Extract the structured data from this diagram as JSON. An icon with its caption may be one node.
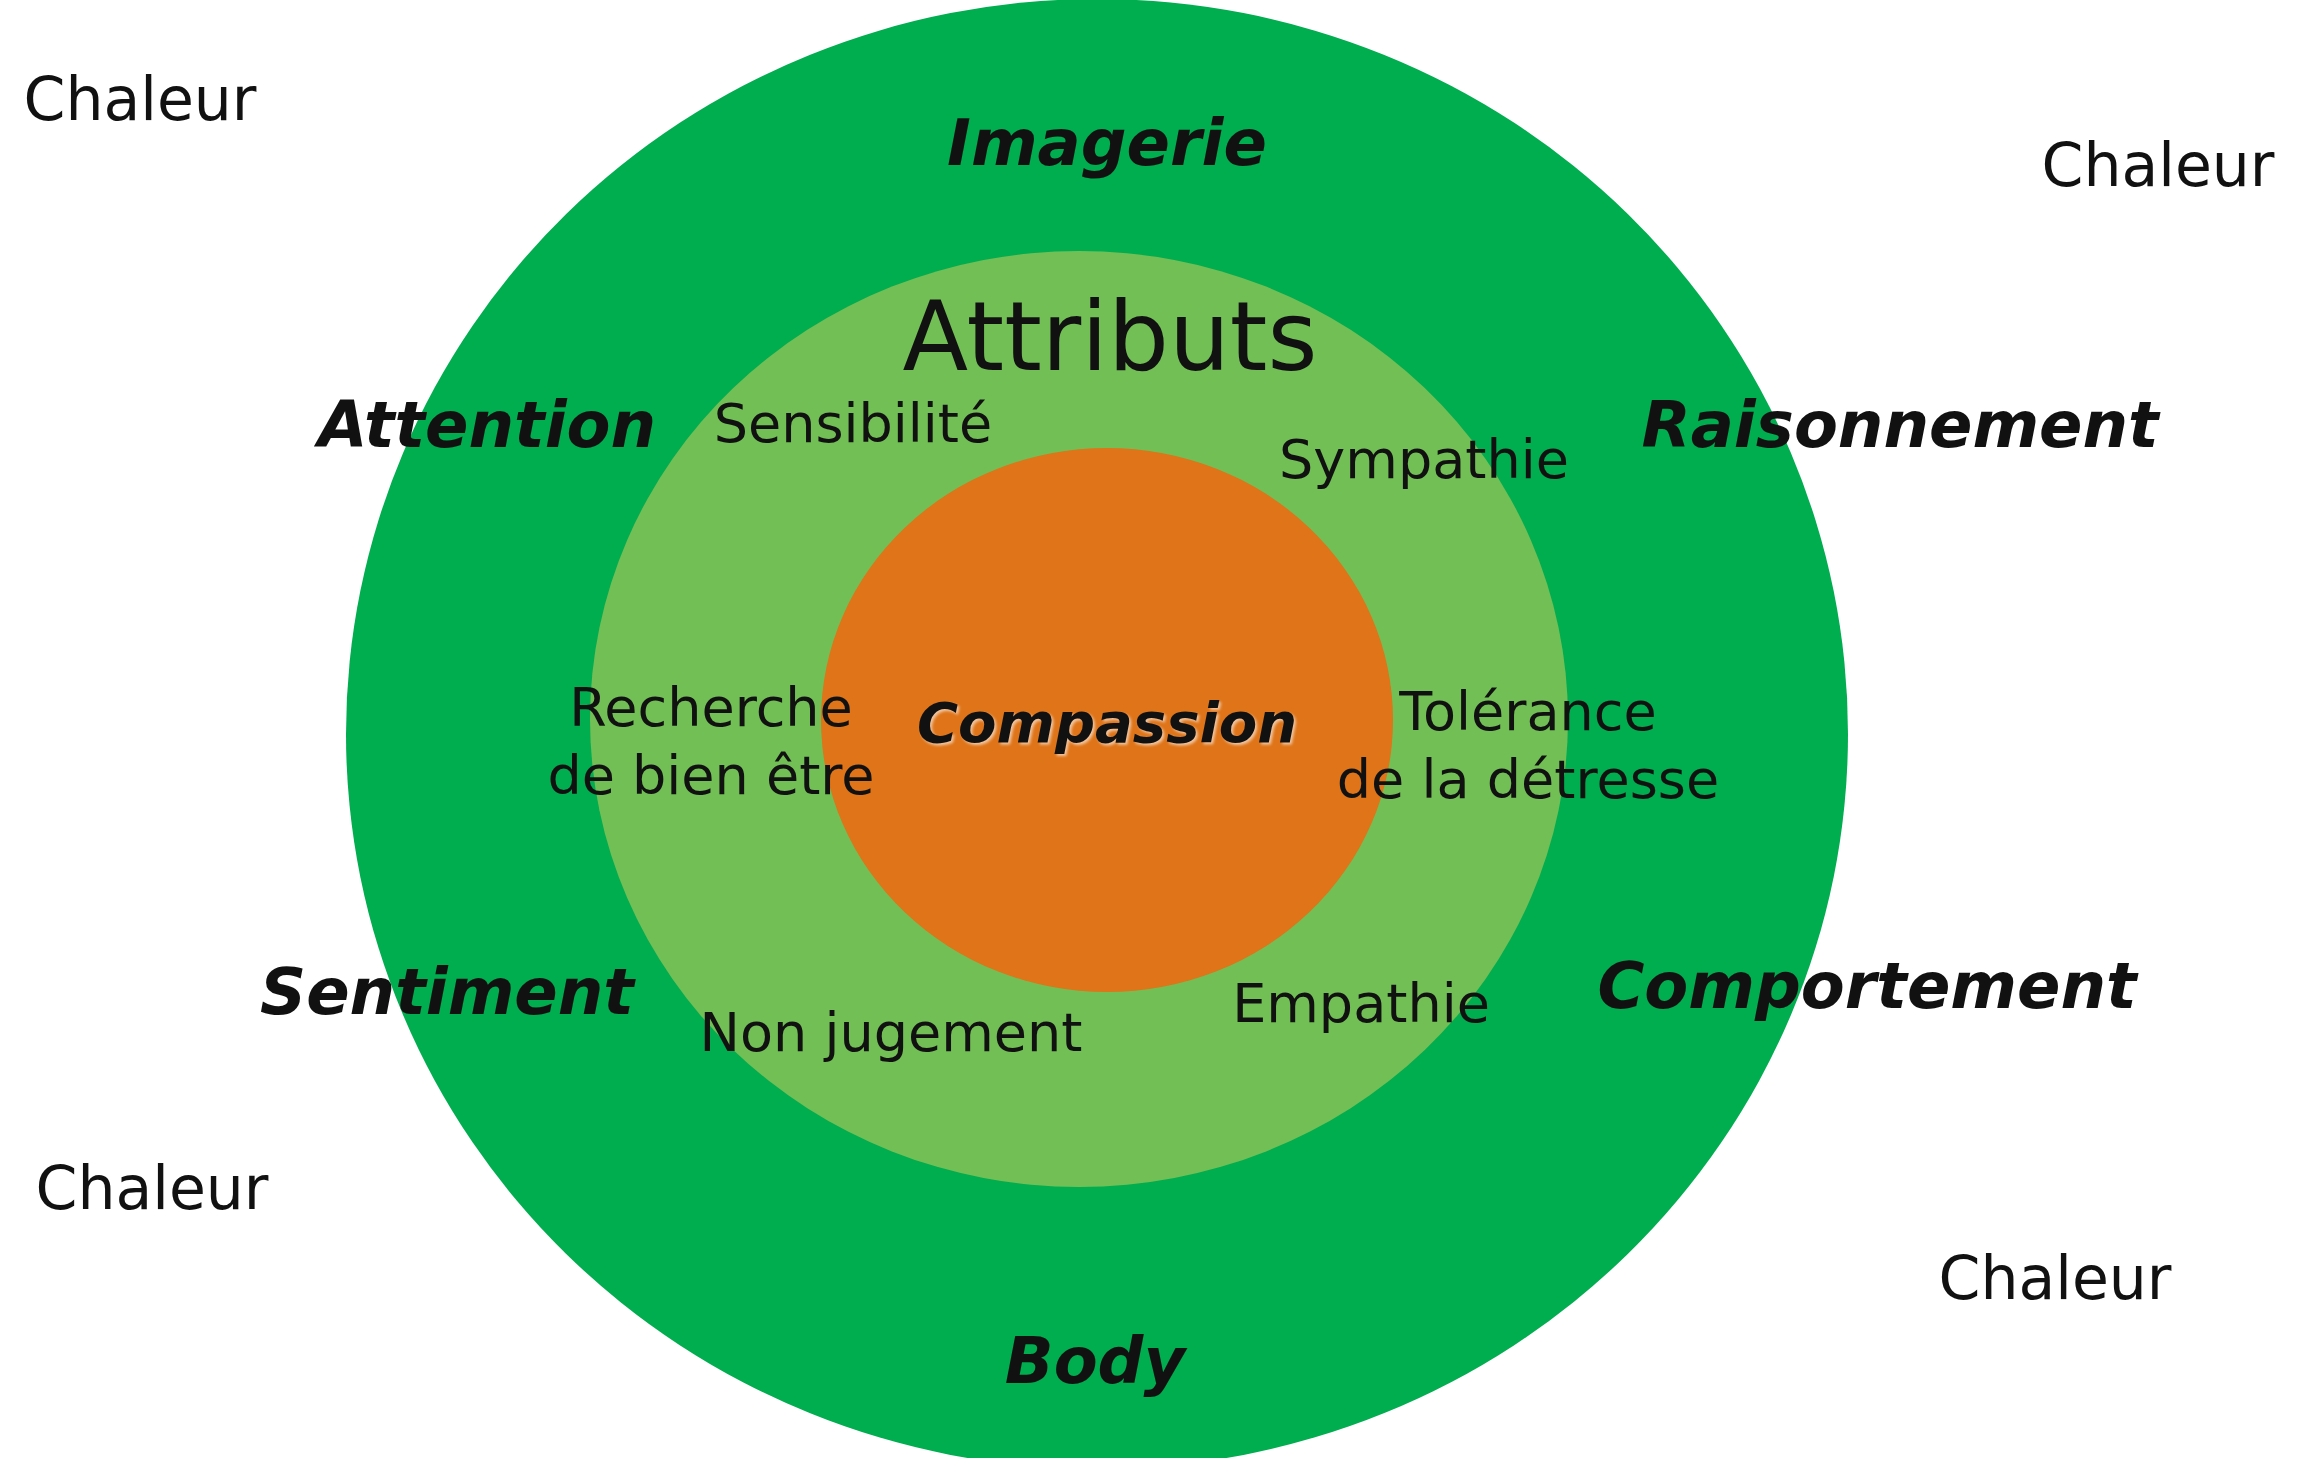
{
  "diagram": {
    "nodes": [
      {
        "text": [
          "Imagerie",
          "Attention",
          "Raisonnement",
          "Sentiment",
          "Comportement",
          "Body"
        ]
      },
      {
        "text": [
          "Attributs",
          "Sensibilité",
          "Sympathie",
          "Recherche de bien être",
          "Tolérance de la détresse",
          "Non jugement",
          "Empathie"
        ],
        "in": 0
      },
      {
        "text": [
          "Compassion"
        ],
        "in": 1
      }
    ],
    "labels": [
      "Chaleur",
      "Chaleur",
      "Chaleur",
      "Chaleur"
    ]
  }
}
